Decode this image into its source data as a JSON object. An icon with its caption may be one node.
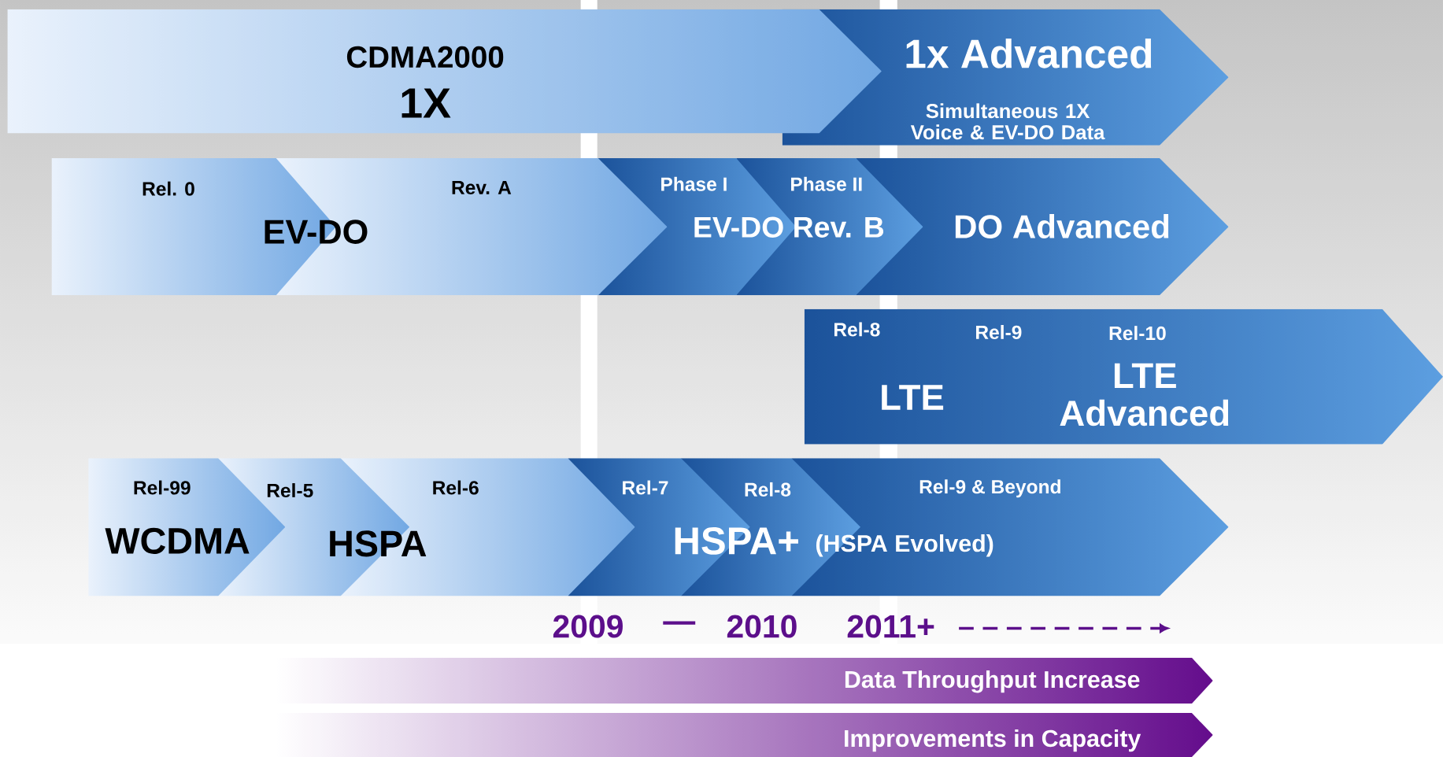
{
  "diagram": {
    "nodes": [
      {
        "text": [
          "CDMA2000",
          "1X"
        ]
      },
      {
        "text": [
          "1x Advanced",
          "Simultaneous 1X Voice & EV-DO Data"
        ]
      },
      {
        "text": [
          "Rel. 0",
          "EV-DO"
        ]
      },
      {
        "text": [
          "Rev. A"
        ]
      },
      {
        "text": [
          "Phase I"
        ]
      },
      {
        "text": [
          "Phase II"
        ]
      },
      {
        "text": [
          "DO Advanced"
        ]
      },
      {
        "text": [
          "Rel-8",
          "Rel-9",
          "Rel-10",
          "LTE",
          "LTE Advanced"
        ]
      },
      {
        "text": [
          "Rel-99",
          "WCDMA"
        ]
      },
      {
        "text": [
          "Rel-5",
          "HSPA"
        ]
      },
      {
        "text": [
          "Rel-6"
        ]
      },
      {
        "text": [
          "Rel-7"
        ]
      },
      {
        "text": [
          "Rel-8"
        ]
      },
      {
        "text": [
          "Rel-9 & Beyond"
        ]
      },
      {
        "text": [
          "Data Throughput Increase"
        ]
      },
      {
        "text": [
          "Improvements in Capacity"
        ]
      }
    ],
    "labels": [
      "EV-DO Rev. B",
      "HSPA+",
      "(HSPA Evolved)",
      "2009",
      "—",
      "2010",
      "2011+"
    ]
  }
}
